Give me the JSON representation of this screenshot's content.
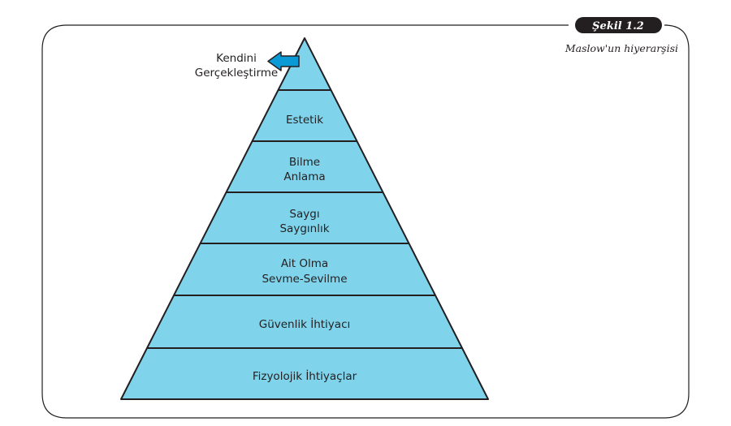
{
  "figure": {
    "badge": "Şekil 1.2",
    "caption": "Maslow'un hiyerarşisi"
  },
  "colors": {
    "layer_fill": "#7fd4ec",
    "arrow_fill": "#0a9ad6",
    "outline": "#231f20"
  },
  "top_label": {
    "line1": "Kendini",
    "line2": "Gerçekleştirme"
  },
  "levels": [
    {
      "lines": [
        "Estetik"
      ]
    },
    {
      "lines": [
        "Bilme",
        "Anlama"
      ]
    },
    {
      "lines": [
        "Saygı",
        "Saygınlık"
      ]
    },
    {
      "lines": [
        "Ait Olma",
        "Sevme-Sevilme"
      ]
    },
    {
      "lines": [
        "Güvenlik İhtiyacı"
      ]
    },
    {
      "lines": [
        "Fizyolojik İhtiyaçlar"
      ]
    }
  ]
}
